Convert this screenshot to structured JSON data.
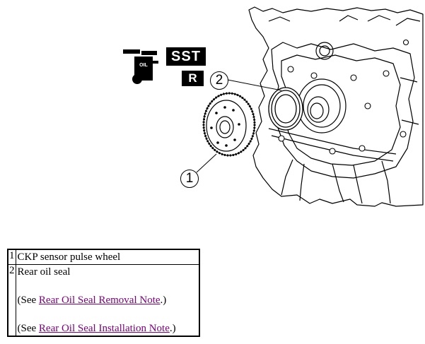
{
  "figure": {
    "symbols": {
      "oil": "OIL",
      "sst": "SST",
      "r": "R"
    },
    "callouts": [
      "1",
      "2"
    ]
  },
  "parts": [
    {
      "number": "1",
      "name": "CKP sensor pulse wheel",
      "notes": []
    },
    {
      "number": "2",
      "name": "Rear oil seal",
      "notes": [
        {
          "prefix": "(See ",
          "link": "Rear Oil Seal Removal Note",
          "suffix": ".)"
        },
        {
          "prefix": "(See ",
          "link": "Rear Oil Seal Installation Note",
          "suffix": ".)"
        }
      ]
    }
  ],
  "colors": {
    "link": "#800080"
  }
}
